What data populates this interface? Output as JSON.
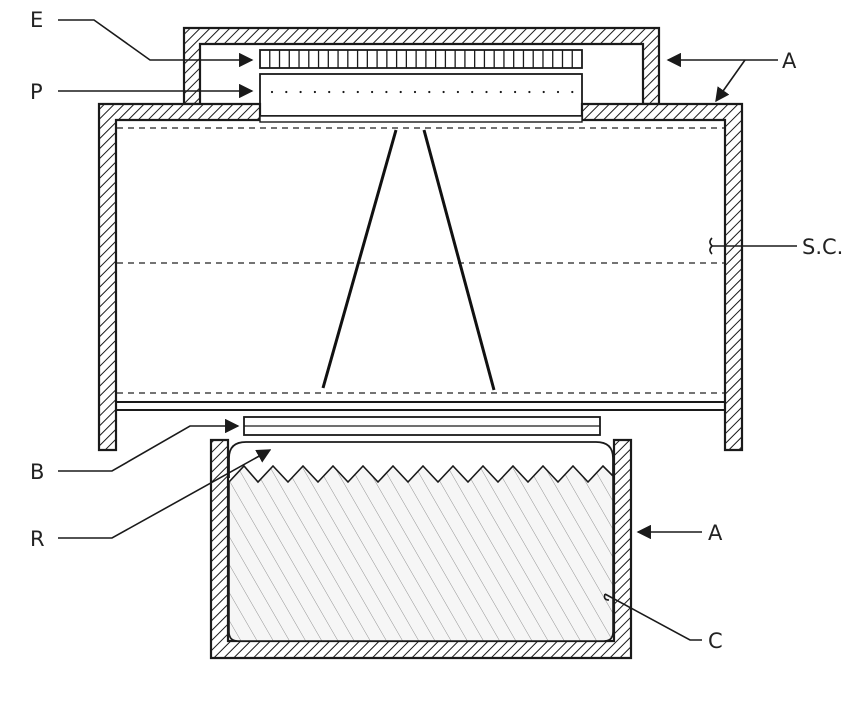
{
  "labels": {
    "E": "E",
    "P": "P",
    "A_top": "A",
    "SC": "S.C.",
    "B": "B",
    "R": "R",
    "A_bottom": "A",
    "C": "C"
  }
}
